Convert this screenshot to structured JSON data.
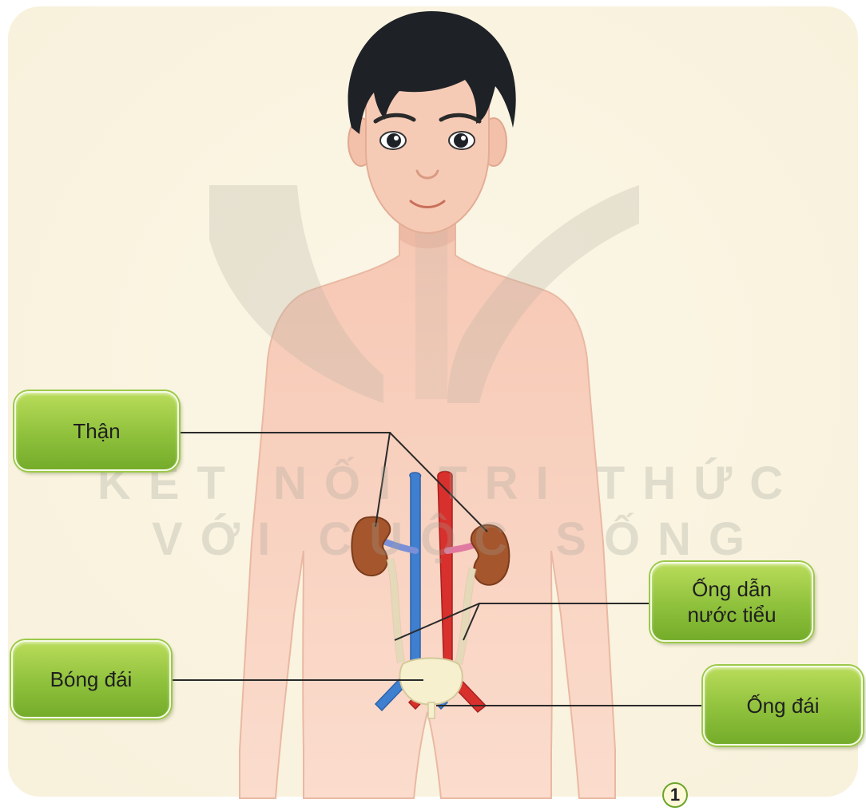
{
  "labels": {
    "kidney": "Thận",
    "ureter_line1": "Ống dẫn",
    "ureter_line2": "nước tiểu",
    "bladder": "Bóng đái",
    "urethra": "Ống đái"
  },
  "watermark": {
    "line1": "KẾT NỐI TRI THỨC",
    "line2": "VỚI CUỘC SỐNG"
  },
  "figure_number": "1",
  "colors": {
    "label_green": "#8fc13c",
    "skin": "#f7d3c0",
    "vein": "#3f7fd0",
    "artery": "#d8302c",
    "kidney": "#a5562d",
    "bladder": "#f6f0cf",
    "hair": "#1e2227"
  }
}
